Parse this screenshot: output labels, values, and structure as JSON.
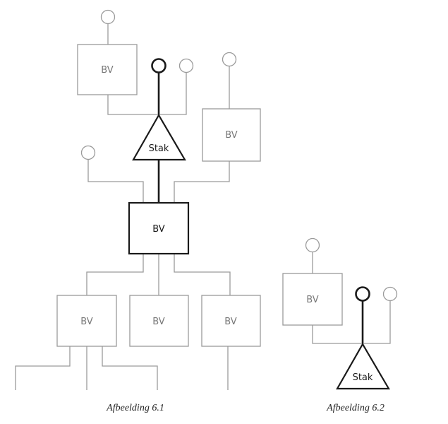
{
  "diagram": {
    "labels": {
      "bv": "BV",
      "stak": "Stak"
    },
    "captions": {
      "figure_1": "Afbeelding 6.1",
      "figure_2": "Afbeelding 6.2"
    }
  }
}
